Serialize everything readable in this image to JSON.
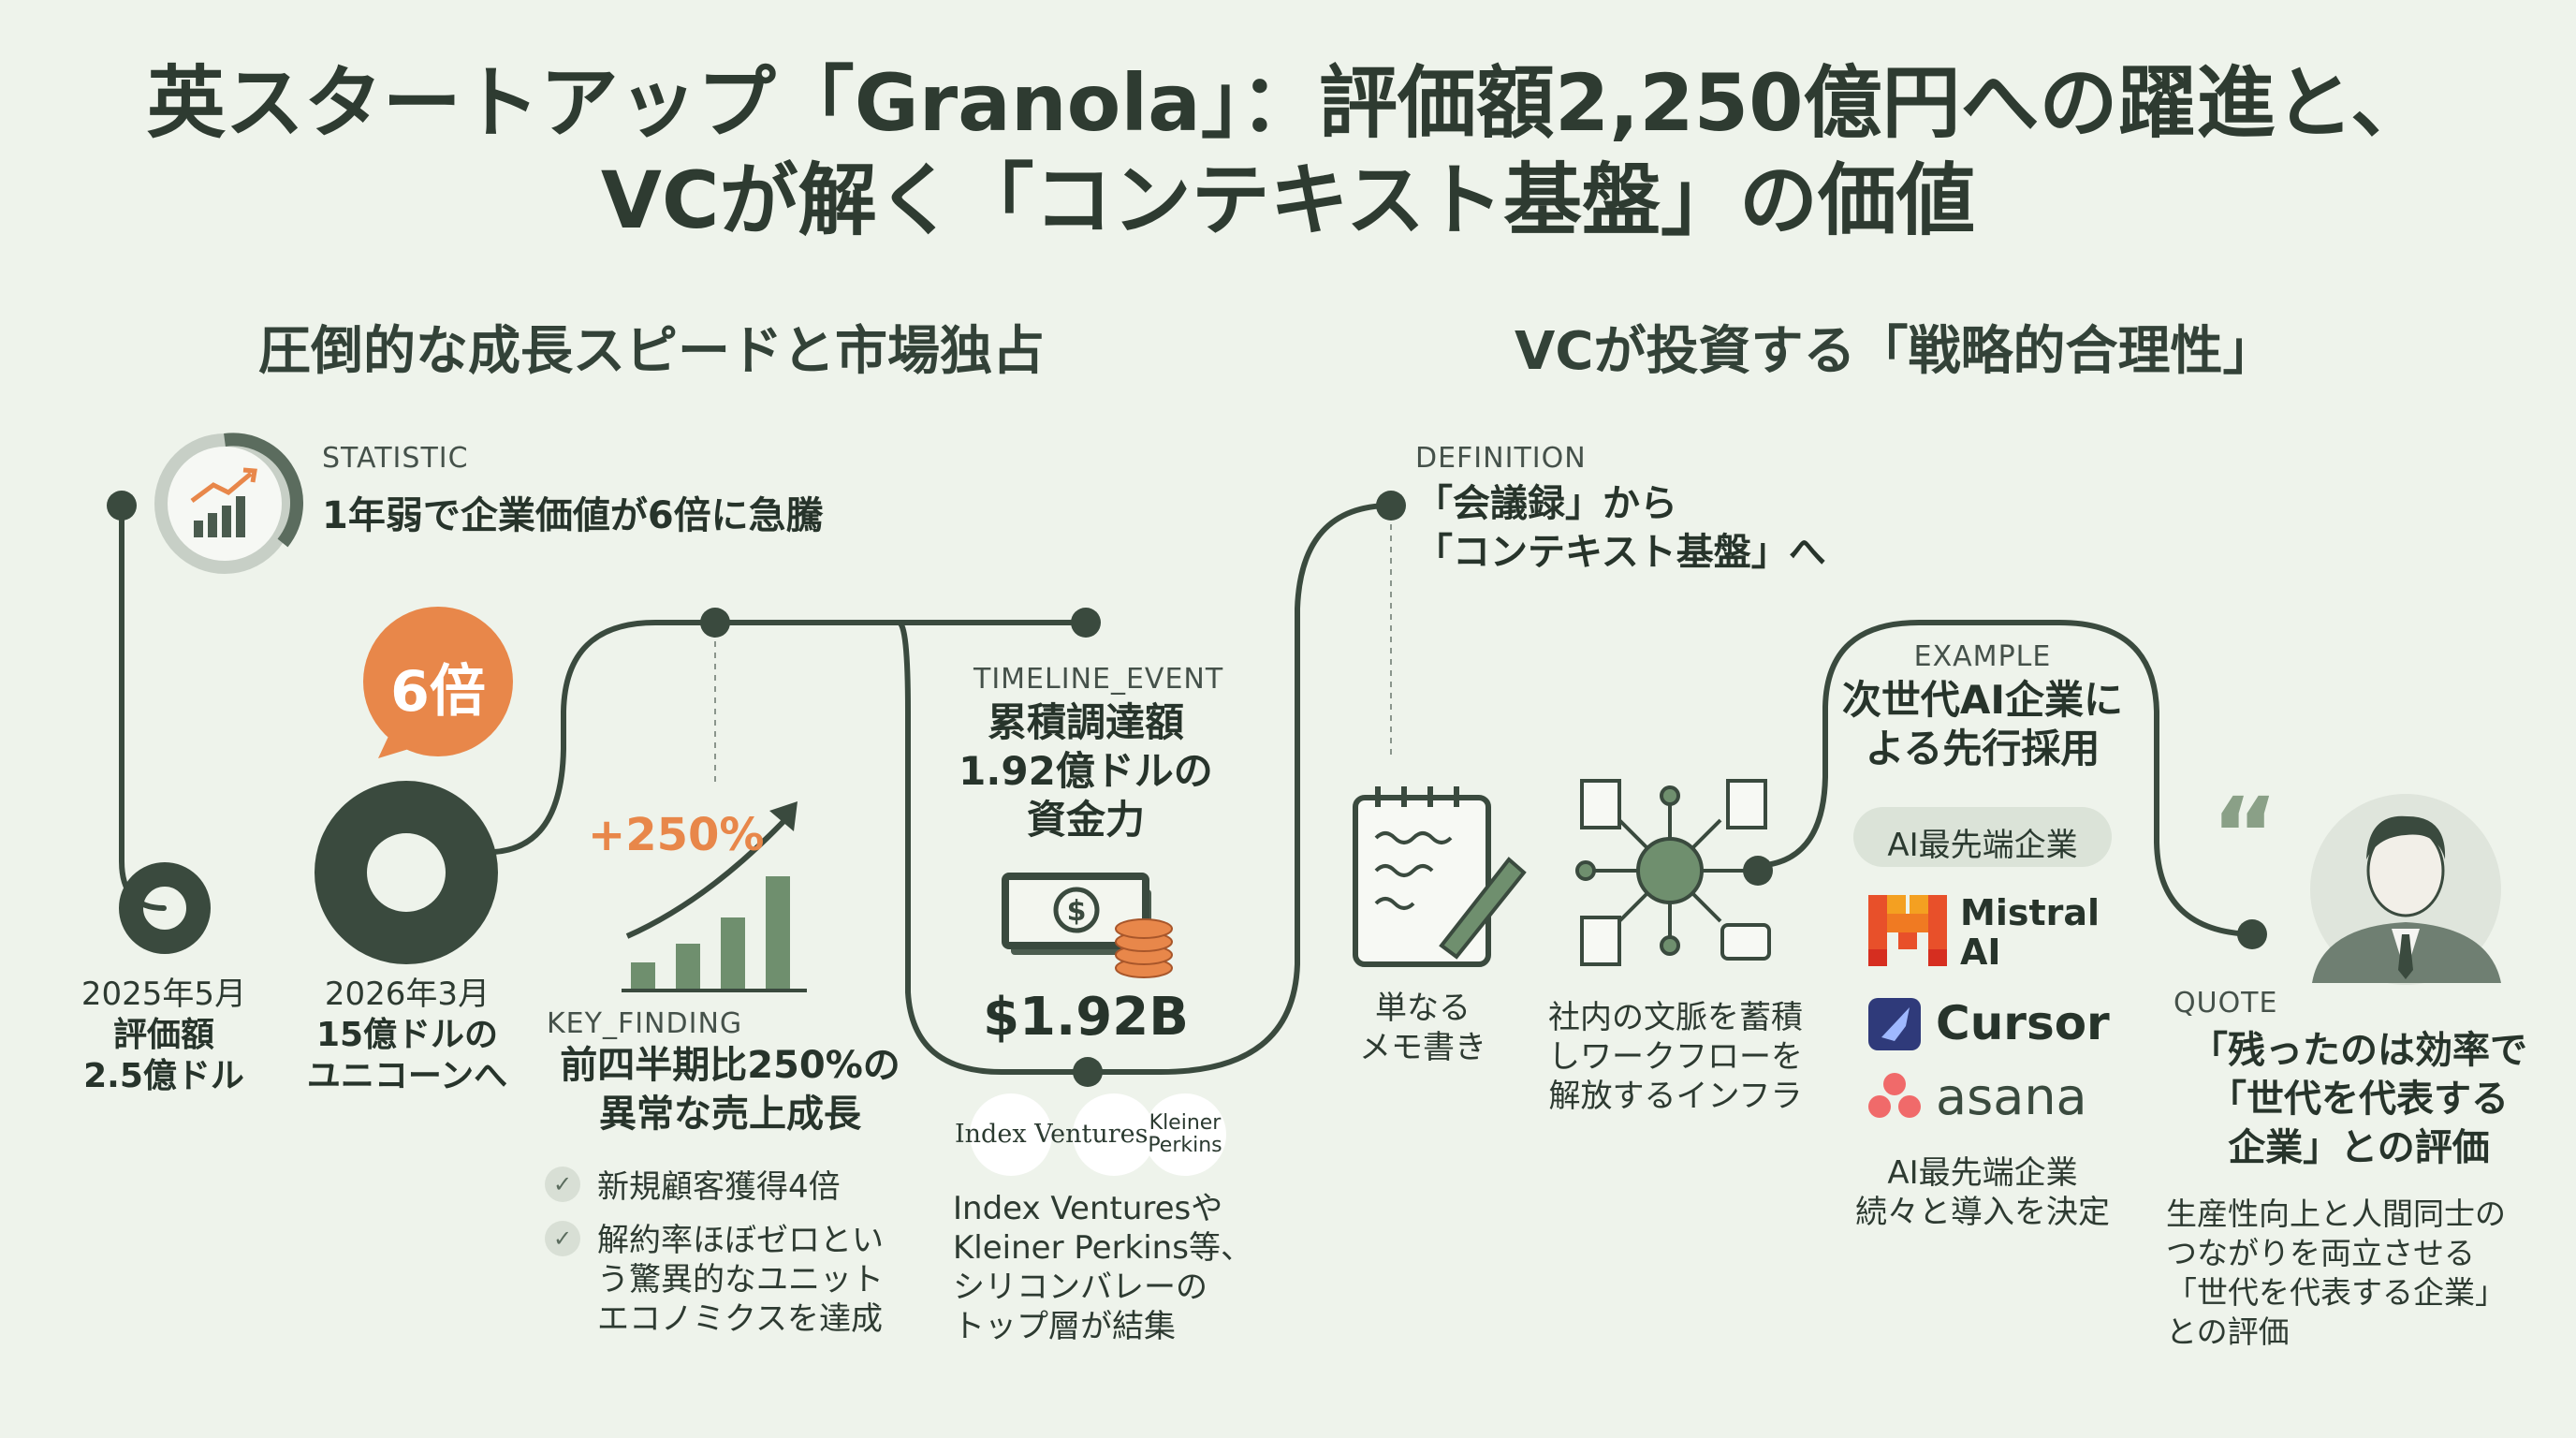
{
  "title": {
    "line1": "英スタートアップ「Granola」：評価額2,250億円への躍進と、",
    "line2": "VCが解く「コンテキスト基盤」の価値"
  },
  "left_section": {
    "heading": "圧倒的な成長スピードと市場独占",
    "statistic": {
      "tag": "STATISTIC",
      "text": "1年弱で企業価値が6倍に急騰"
    },
    "bubble": "6倍",
    "milestone_2025": {
      "date": "2025年5月",
      "line1": "評価額",
      "line2": "2.5億ドル"
    },
    "milestone_2026": {
      "date": "2026年3月",
      "line1": "15億ドルの",
      "line2": "ユニコーンへ"
    },
    "key_finding": {
      "growth": "+250%",
      "tag": "KEY_FINDING",
      "line1": "前四半期比250%の",
      "line2": "異常な売上成長",
      "checks": [
        {
          "lines": [
            "新規顧客獲得4倍"
          ]
        },
        {
          "lines": [
            "解約率ほぼゼロとい",
            "う驚異的なユニット",
            "エコノミクスを達成"
          ]
        }
      ]
    },
    "timeline_event": {
      "tag": "TIMELINE_EVENT",
      "line1": "累積調達額",
      "line2": "1.92億ドルの",
      "line3": "資金力",
      "amount": "$1.92B",
      "logo_index": "Index Ventures",
      "logo_kp_1": "Kleiner",
      "logo_kp_2": "Perkins",
      "desc": [
        "Index Venturesや",
        "Kleiner Perkins等、",
        "シリコンバレーの",
        "トップ層が結集"
      ]
    }
  },
  "right_section": {
    "heading": "VCが投資する「戦略的合理性」",
    "definition": {
      "tag": "DEFINITION",
      "line1": "「会議録」から",
      "line2": "「コンテキスト基盤」へ"
    },
    "memo_label": [
      "単なる",
      "メモ書き"
    ],
    "infra_label": [
      "社内の文脈を蓄積",
      "しワークフローを",
      "解放するインフラ"
    ],
    "example": {
      "tag": "EXAMPLE",
      "line1": "次世代AI企業に",
      "line2": "よる先行採用",
      "pill": "AI最先端企業",
      "logos": {
        "mistral_1": "Mistral",
        "mistral_2": "AI",
        "cursor": "Cursor",
        "asana": "asana"
      },
      "caption": [
        "AI最先端企業",
        "続々と導入を決定"
      ]
    },
    "quote": {
      "tag": "QUOTE",
      "line1": "「残ったのは効率で",
      "line2": "「世代を代表する",
      "line3": "企業」との評価",
      "desc": [
        "生産性向上と人間同士の",
        "つながりを両立させる",
        "「世代を代表する企業」",
        "との評価"
      ]
    }
  },
  "colors": {
    "dark": "#3d4f42",
    "orange": "#e8874a",
    "accent_green": "#6f8f6e",
    "bg": "#eef3eb"
  }
}
